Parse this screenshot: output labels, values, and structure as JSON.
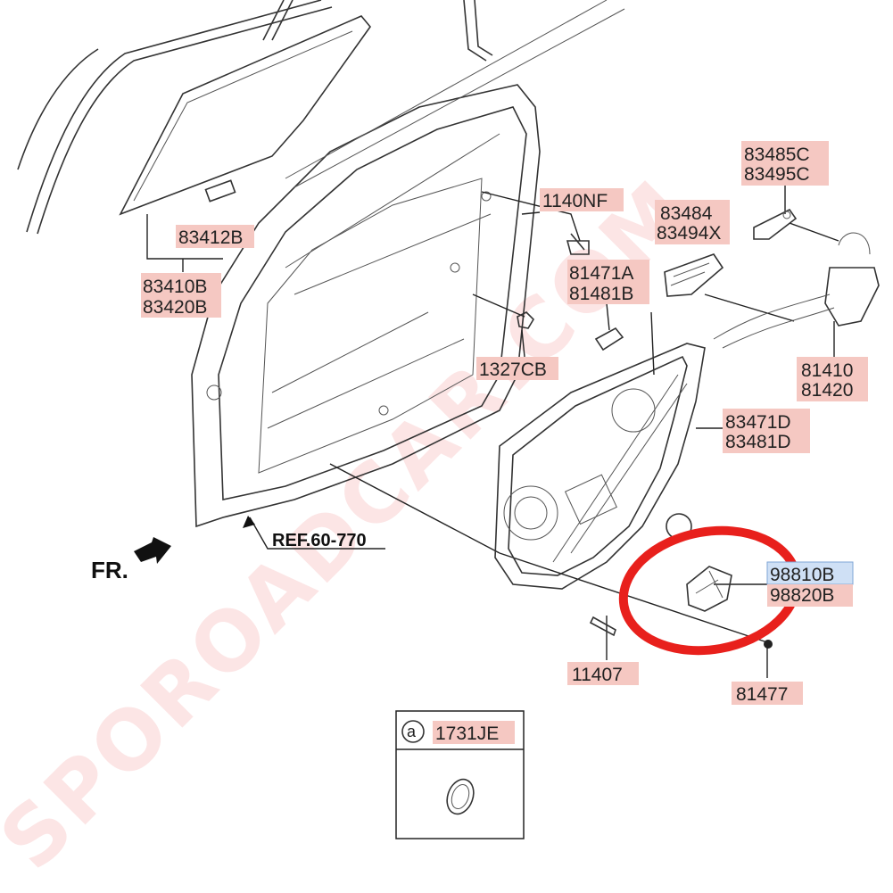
{
  "watermark": "SPOROADCAR.COM",
  "orientation": {
    "front_label": "FR.",
    "reference": "REF.60-770"
  },
  "part_numbers": {
    "glass_channel": "83412B",
    "glass_pair": [
      "83410B",
      "83420B"
    ],
    "bolt_top": "1140NF",
    "clip_pair": [
      "81471A",
      "81481B"
    ],
    "nut": "1327CB",
    "bracket_pair": [
      "83484",
      "83494X"
    ],
    "hinge_pair": [
      "83485C",
      "83495C"
    ],
    "latch_pair": [
      "81410",
      "81420"
    ],
    "regulator_pair": [
      "83471D",
      "83481D"
    ],
    "motor_pair": [
      "98810B",
      "98820B"
    ],
    "bolt_bottom": "11407",
    "screw": "81477"
  },
  "detail_box": {
    "marker": "a",
    "part": "1731JE"
  },
  "highlight": {
    "color": "#e8201c",
    "target": "motor_pair"
  },
  "colors": {
    "label_bg": "#f5c8c2",
    "label_selected_bg": "#cfe0f5"
  }
}
